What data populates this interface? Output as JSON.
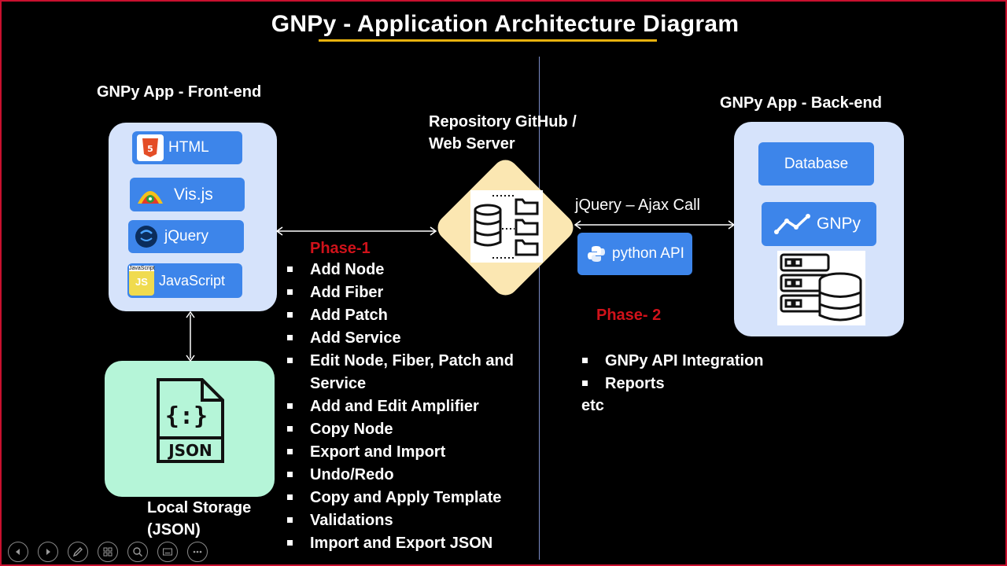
{
  "title": "GNPy - Application Architecture Diagram",
  "frontend": {
    "heading": "GNPy App - Front-end",
    "techs": [
      {
        "label": "HTML",
        "icon": "html5-icon"
      },
      {
        "label": "Vis.js",
        "icon": "visjs-icon"
      },
      {
        "label": "jQuery",
        "icon": "jquery-icon"
      },
      {
        "label": "JavaScript",
        "icon": "javascript-icon"
      }
    ],
    "html_badge": "5",
    "js_badge_top": "JavaScript",
    "js_badge": "JS"
  },
  "repository": {
    "heading_line1": "Repository GitHub /",
    "heading_line2": "Web Server"
  },
  "backend": {
    "heading": "GNPy App - Back-end",
    "database_label": "Database",
    "gnpy_label": "GNPy"
  },
  "connector": {
    "label": "jQuery – Ajax Call"
  },
  "python_api": {
    "label": "python API"
  },
  "local_storage": {
    "line1": "Local Storage",
    "line2": "(JSON)",
    "json_tag": "JSON",
    "json_braces": "{:}"
  },
  "phase1": {
    "title": "Phase-1",
    "items": [
      "Add Node",
      "Add Fiber",
      "Add Patch",
      "Add Service",
      "Edit Node, Fiber, Patch and",
      "Service",
      "Add and Edit Amplifier",
      "Copy Node",
      "Export and Import",
      "Undo/Redo",
      "Copy and Apply Template",
      "Validations",
      "Import and Export JSON"
    ]
  },
  "phase2": {
    "title": "Phase- 2",
    "items": [
      "GNPy API Integration",
      "Reports"
    ],
    "etc": "etc"
  },
  "colors": {
    "accent_blue": "#3d85ea",
    "panel_blue": "#d6e3fb",
    "panel_green": "#b5f5d8",
    "phase_red": "#d0121a",
    "underline_gold": "#e8b20e",
    "diamond": "#fbe7b2"
  }
}
